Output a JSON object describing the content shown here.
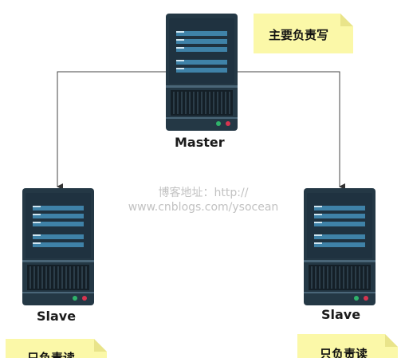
{
  "nodes": {
    "master": {
      "label": "Master",
      "note": "主要负责写"
    },
    "slave_left": {
      "label": "Slave",
      "note": "只负责读"
    },
    "slave_right": {
      "label": "Slave",
      "note": "只负责读"
    }
  },
  "watermark": {
    "line1": "博客地址：http://",
    "line2": "www.cnblogs.com/ysocean"
  },
  "colors": {
    "server_body": "#243845",
    "server_panel": "#1a2b36",
    "drive_bar": "#3f82a8",
    "led_green": "#2fb36b",
    "led_red": "#d8344f",
    "note_bg": "#fbf8a8"
  }
}
